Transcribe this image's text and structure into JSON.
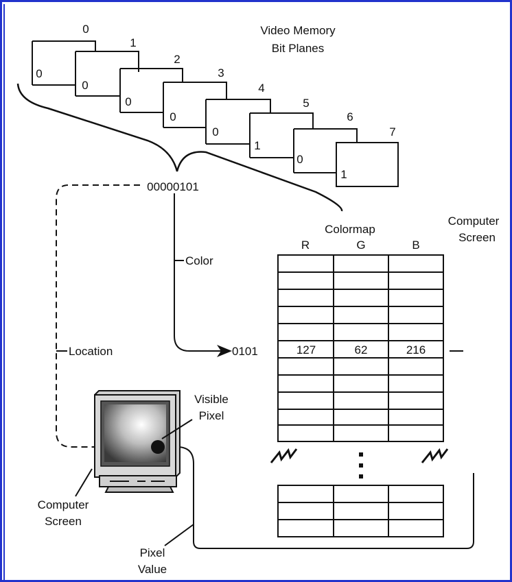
{
  "colors": {
    "frame_border": "#2233cc",
    "ink": "#111111",
    "background": "#ffffff"
  },
  "title": {
    "line1": "Video Memory",
    "line2": "Bit Planes"
  },
  "bit_planes": [
    {
      "index": "0",
      "bit": "0"
    },
    {
      "index": "1",
      "bit": "0"
    },
    {
      "index": "2",
      "bit": "0"
    },
    {
      "index": "3",
      "bit": "0"
    },
    {
      "index": "4",
      "bit": "0"
    },
    {
      "index": "5",
      "bit": "1"
    },
    {
      "index": "6",
      "bit": "0"
    },
    {
      "index": "7",
      "bit": "1"
    }
  ],
  "pixel_bits": "00000101",
  "labels": {
    "color": "Color",
    "location": "Location",
    "pixel_value_line1": "Pixel",
    "pixel_value_line2": "Value",
    "visible_pixel_line1": "Visible",
    "visible_pixel_line2": "Pixel",
    "monitor_line1": "Computer",
    "monitor_line2": "Screen",
    "screen_right_line1": "Computer",
    "screen_right_line2": "Screen",
    "colormap": "Colormap",
    "index_value": "0101"
  },
  "colormap": {
    "headers": [
      "R",
      "G",
      "B"
    ],
    "highlight_row": [
      "127",
      "62",
      "216"
    ],
    "ellipsis": "⋮"
  },
  "icons": {
    "monitor": "computer-monitor-icon",
    "visible_pixel": "pixel-dot-icon",
    "break": "zigzag-break-icon",
    "arrow": "arrow-right-icon"
  }
}
